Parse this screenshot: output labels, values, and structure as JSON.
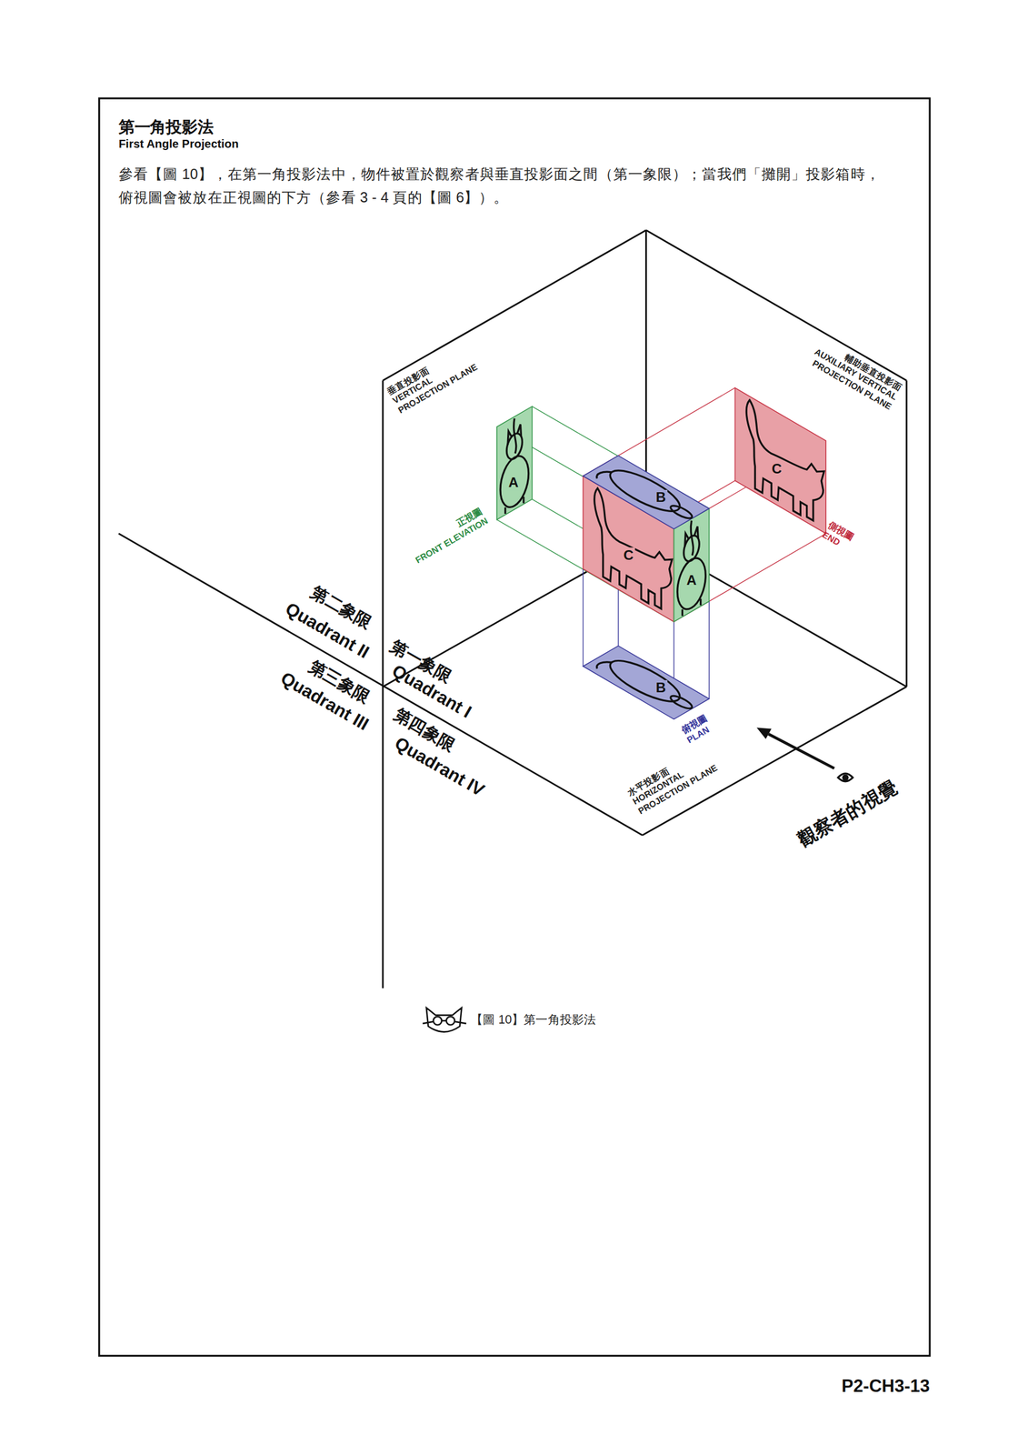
{
  "diagram": {
    "title": "第一角投影法",
    "caption": "【圖 10】第一角投影法",
    "labels": [
      "First Angle Projection",
      "參看【圖 10】，在第一角投影法中，物件被置於觀察者與垂直投影面之間（第一象限）；當我們「攤開」投影箱時，俯視圖會被放在正視圖的下方（參看 3 - 4 頁的【圖 6】）。",
      "垂直投影面",
      "VERTICAL PROJECTION PLANE",
      "輔助垂直投影面",
      "AUXILIARY VERTICAL PROJECTION PLANE",
      "A",
      "B",
      "C",
      "A",
      "C",
      "正視圖",
      "FRONT ELEVATION",
      "側視圖",
      "END",
      "第二象限",
      "Quadrant II",
      "第三象限",
      "Quadrant III",
      "第一象限",
      "Quadrant I",
      "第四象限",
      "Quadrant IV",
      "B",
      "俯視圖",
      "PLAN",
      "水平投影面",
      "HORIZONTAL PROJECTION PLANE",
      "觀察者的視覺",
      "P2-CH3-13"
    ]
  }
}
